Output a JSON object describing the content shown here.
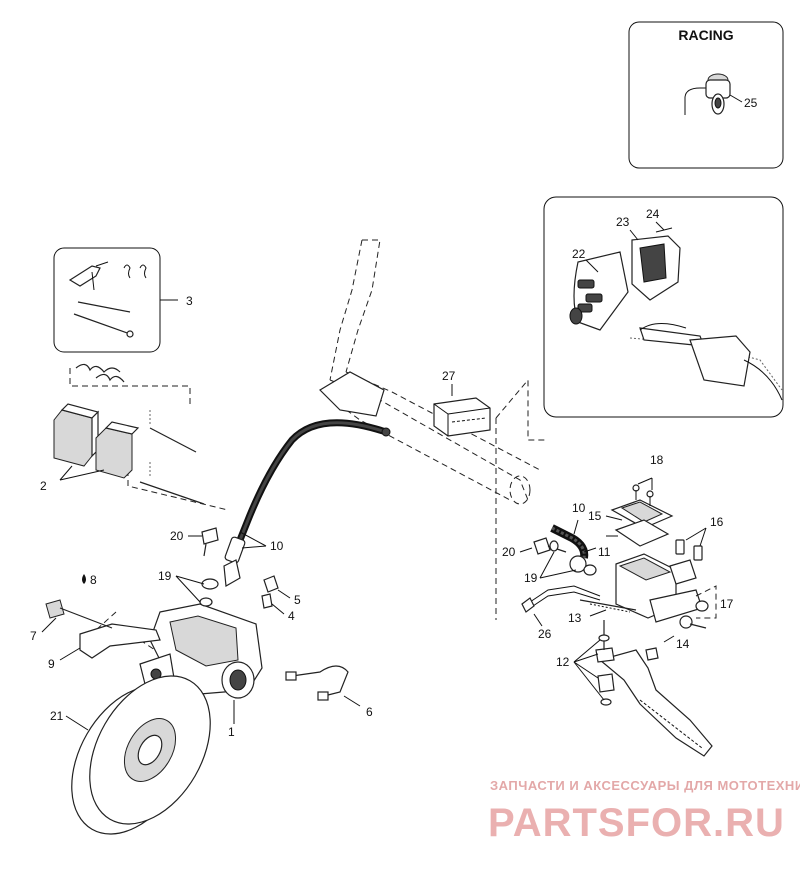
{
  "racing_box": {
    "title": "RACING",
    "label": "25"
  },
  "switch_box": {
    "labels": [
      "22",
      "23",
      "24"
    ]
  },
  "pads_box": {
    "label": "3"
  },
  "callouts": {
    "c1": "1",
    "c2": "2",
    "c4": "4",
    "c5": "5",
    "c6": "6",
    "c7": "7",
    "c8": "8",
    "c9": "9",
    "c10a": "10",
    "c10b": "10",
    "c11": "11",
    "c12": "12",
    "c13": "13",
    "c14": "14",
    "c15": "15",
    "c16": "16",
    "c17": "17",
    "c18": "18",
    "c19a": "19",
    "c19b": "19",
    "c20a": "20",
    "c20b": "20",
    "c21": "21",
    "c26": "26",
    "c27": "27"
  },
  "watermark": {
    "top": "ЗАПЧАСТИ И АКСЕССУАРЫ ДЛЯ МОТОТЕХНИКИ",
    "brand": "PARTSFOR.RU"
  },
  "colors": {
    "ink": "#111111",
    "watermark": "#e3a8a8"
  }
}
